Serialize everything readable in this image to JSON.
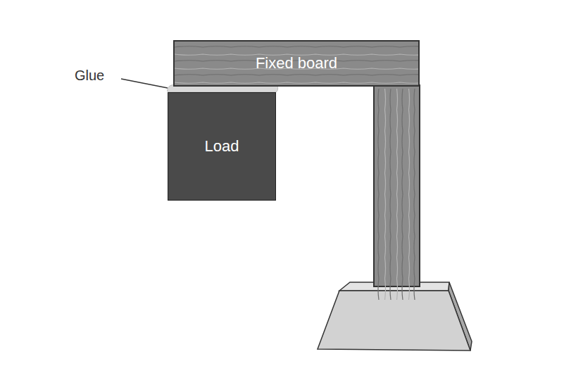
{
  "diagram": {
    "nodes": [
      {
        "text": [
          "Fixed board"
        ]
      },
      {
        "text": [
          "Load"
        ]
      }
    ],
    "labels": [
      "Glue"
    ]
  }
}
